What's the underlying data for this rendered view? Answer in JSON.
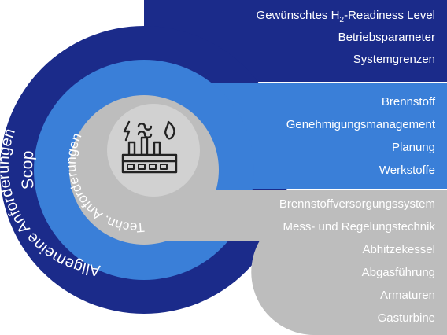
{
  "colors": {
    "dark_blue": "#1b2b8a",
    "mid_blue": "#3a7fd8",
    "light_gray": "#bdbdbd",
    "inner_gray": "#d1d1d1",
    "icon_white": "#ffffff",
    "text_white": "#ffffff"
  },
  "rings": {
    "scope": {
      "label": "Scope"
    },
    "general": {
      "label": "Allgemeine Anforderungen"
    },
    "technical": {
      "label": "Techn. Anforderungen"
    }
  },
  "center": {
    "icon": "industrial-plant-icon"
  },
  "scope_items": [
    {
      "pre": "Gewünschtes H",
      "sub": "2",
      "post": "-Readiness Level"
    },
    {
      "pre": "Betriebsparameter"
    },
    {
      "pre": "Systemgrenzen"
    }
  ],
  "general_items": [
    {
      "pre": "Brennstoff"
    },
    {
      "pre": "Genehmigungsmanagement"
    },
    {
      "pre": "Planung"
    },
    {
      "pre": "Werkstoffe"
    }
  ],
  "technical_items": [
    {
      "pre": "Brennstoffversorgungssystem"
    },
    {
      "pre": "Mess- und Regelungstechnik"
    },
    {
      "pre": "Abhitzekessel"
    },
    {
      "pre": "Abgasführung"
    },
    {
      "pre": "Armaturen"
    },
    {
      "pre": "Gasturbine"
    }
  ]
}
